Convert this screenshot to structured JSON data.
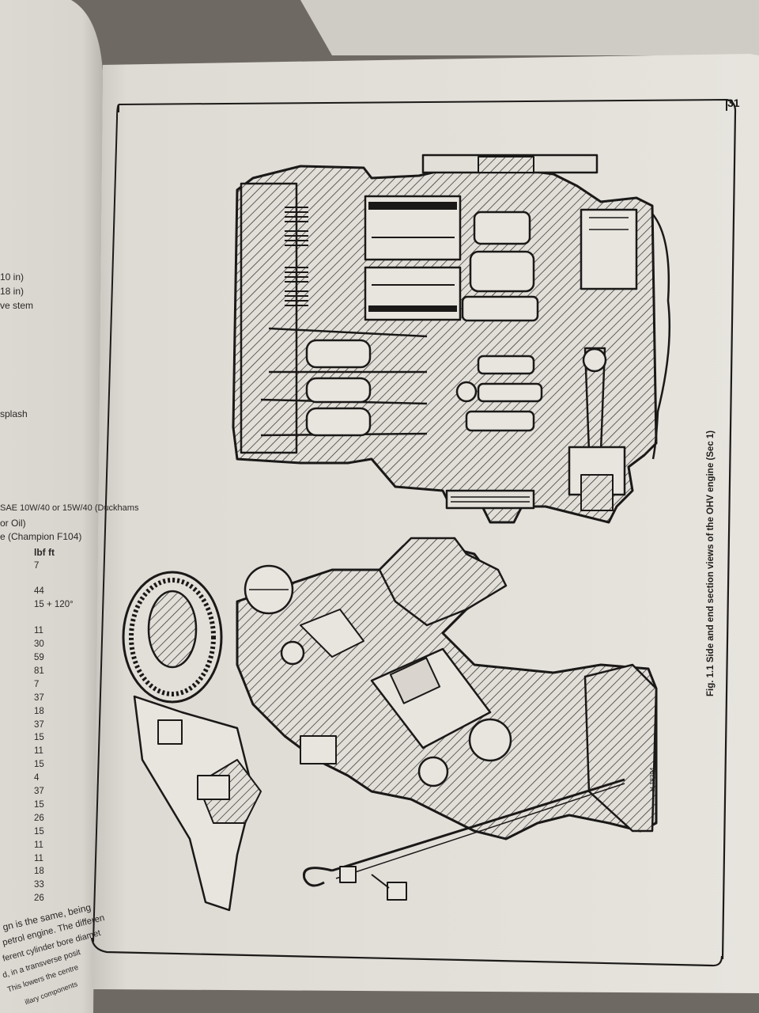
{
  "page_number": "31",
  "figure": {
    "caption": "Fig. 1.1 Side and end section views of the OHV engine (Sec 1)",
    "drawing_ref": "H.18394"
  },
  "left_page": {
    "snippets": [
      "10 in)",
      "18 in)",
      "ve stem",
      "splash",
      "SAE 10W/40 or 15W/40 (Duckhams",
      "or Oil)",
      "e (Champion F104)"
    ],
    "torque_header": "lbf ft",
    "torque_values": [
      "7",
      "44",
      "15 + 120°",
      "11",
      "30",
      "59",
      "81",
      "7",
      "37",
      "18",
      "37",
      "15",
      "11",
      "15",
      "4",
      "37",
      "15",
      "26",
      "15",
      "11",
      "11",
      "18",
      "33",
      "26"
    ],
    "bottom_lines": [
      "gn is the same, being",
      "petrol engine. The differen",
      "ferent cylinder bore diamet",
      "d, in a transverse posit",
      "This lowers the centre",
      "illary components"
    ]
  },
  "colors": {
    "paper": "#e6e3dd",
    "ink": "#1a1918",
    "background": "#6f6964"
  }
}
